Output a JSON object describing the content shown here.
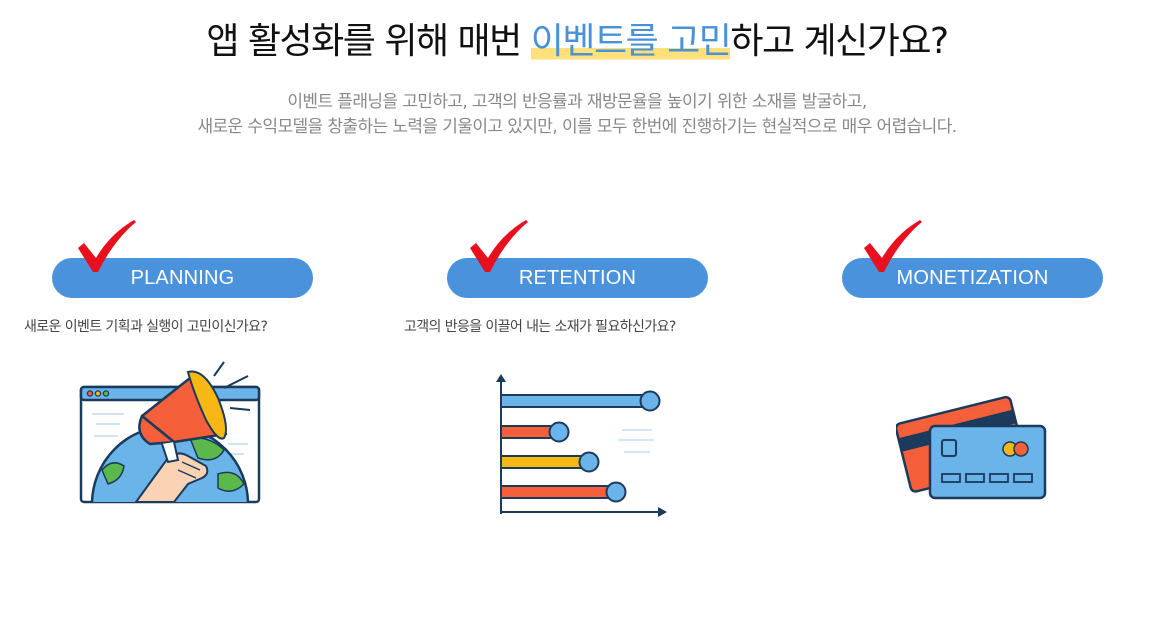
{
  "header": {
    "title_before": "앱 활성화를 위해 매번 ",
    "title_highlight": "이벤트를 고민",
    "title_after": "하고 계신가요?",
    "subtitle_line1": "이벤트 플래닝을 고민하고, 고객의 반응률과 재방문율을 높이기 위한 소재를 발굴하고,",
    "subtitle_line2": "새로운 수익모델을 창출하는 노력을 기울이고 있지만, 이를 모두 한번에 진행하기는 현실적으로 매우 어렵습니다."
  },
  "features": [
    {
      "label": "PLANNING",
      "question": "새로운 이벤트 기획과 실행이 고민이신가요?",
      "icon": "megaphone-icon"
    },
    {
      "label": "RETENTION",
      "question": "고객의 반응을 이끌어 내는 소재가 필요하신가요?",
      "icon": "bar-chart-icon"
    },
    {
      "label": "MONETIZATION",
      "question": "",
      "icon": "credit-card-icon"
    }
  ],
  "colors": {
    "pill": "#4a92db",
    "highlight_text": "#4a92d8",
    "highlight_marker": "#ffe07a",
    "check": "#e8101c",
    "orange": "#f5603a",
    "light_blue": "#6ab4ea",
    "navy": "#1b3a5c",
    "yellow": "#f7b813",
    "green": "#5bb84a"
  }
}
